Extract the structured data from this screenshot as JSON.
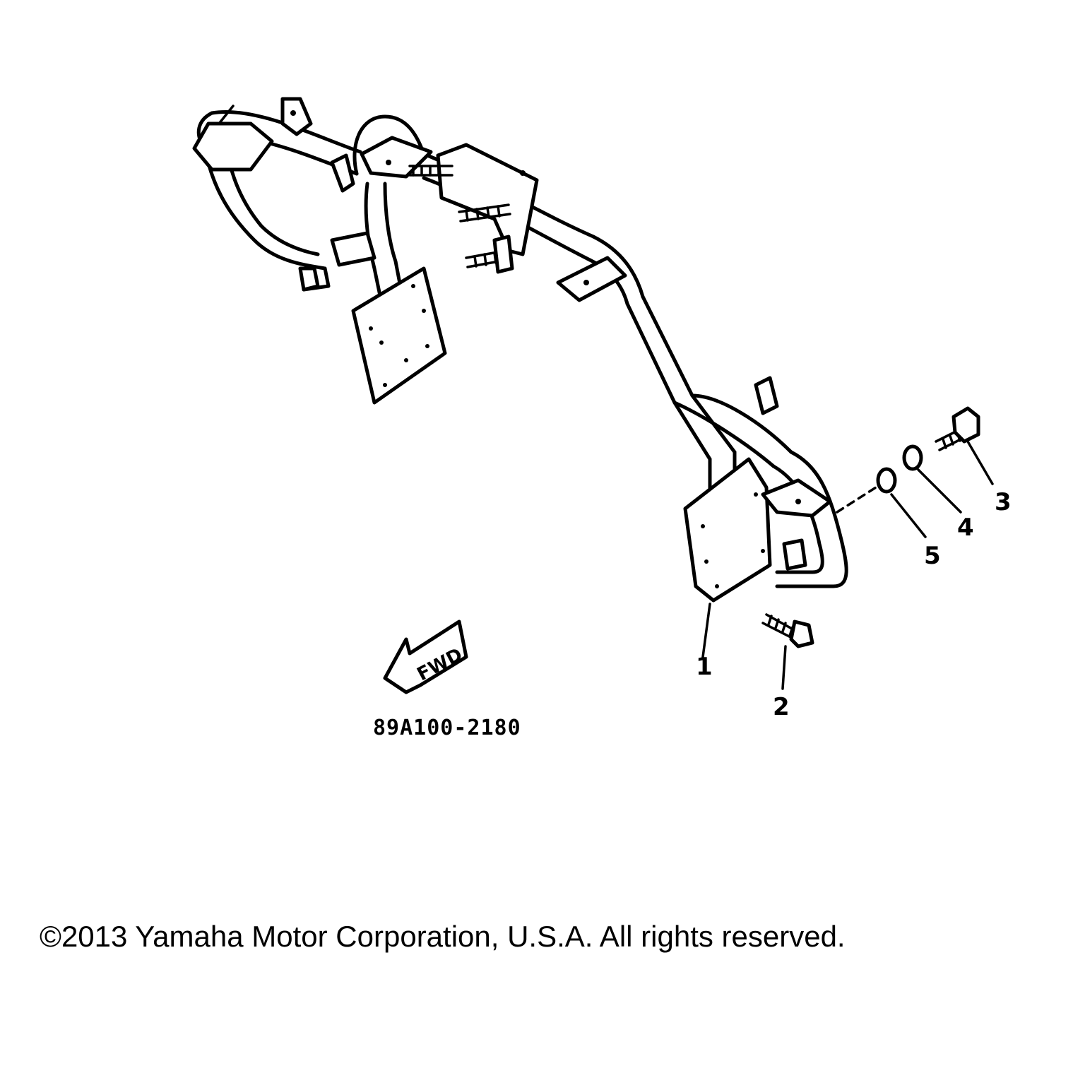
{
  "diagram": {
    "callouts": [
      "1",
      "2",
      "3",
      "4",
      "5"
    ],
    "drawing_code": "89A100-2180",
    "fwd_label": "FWD",
    "copyright": "©2013 Yamaha Motor Corporation, U.S.A. All rights reserved."
  }
}
